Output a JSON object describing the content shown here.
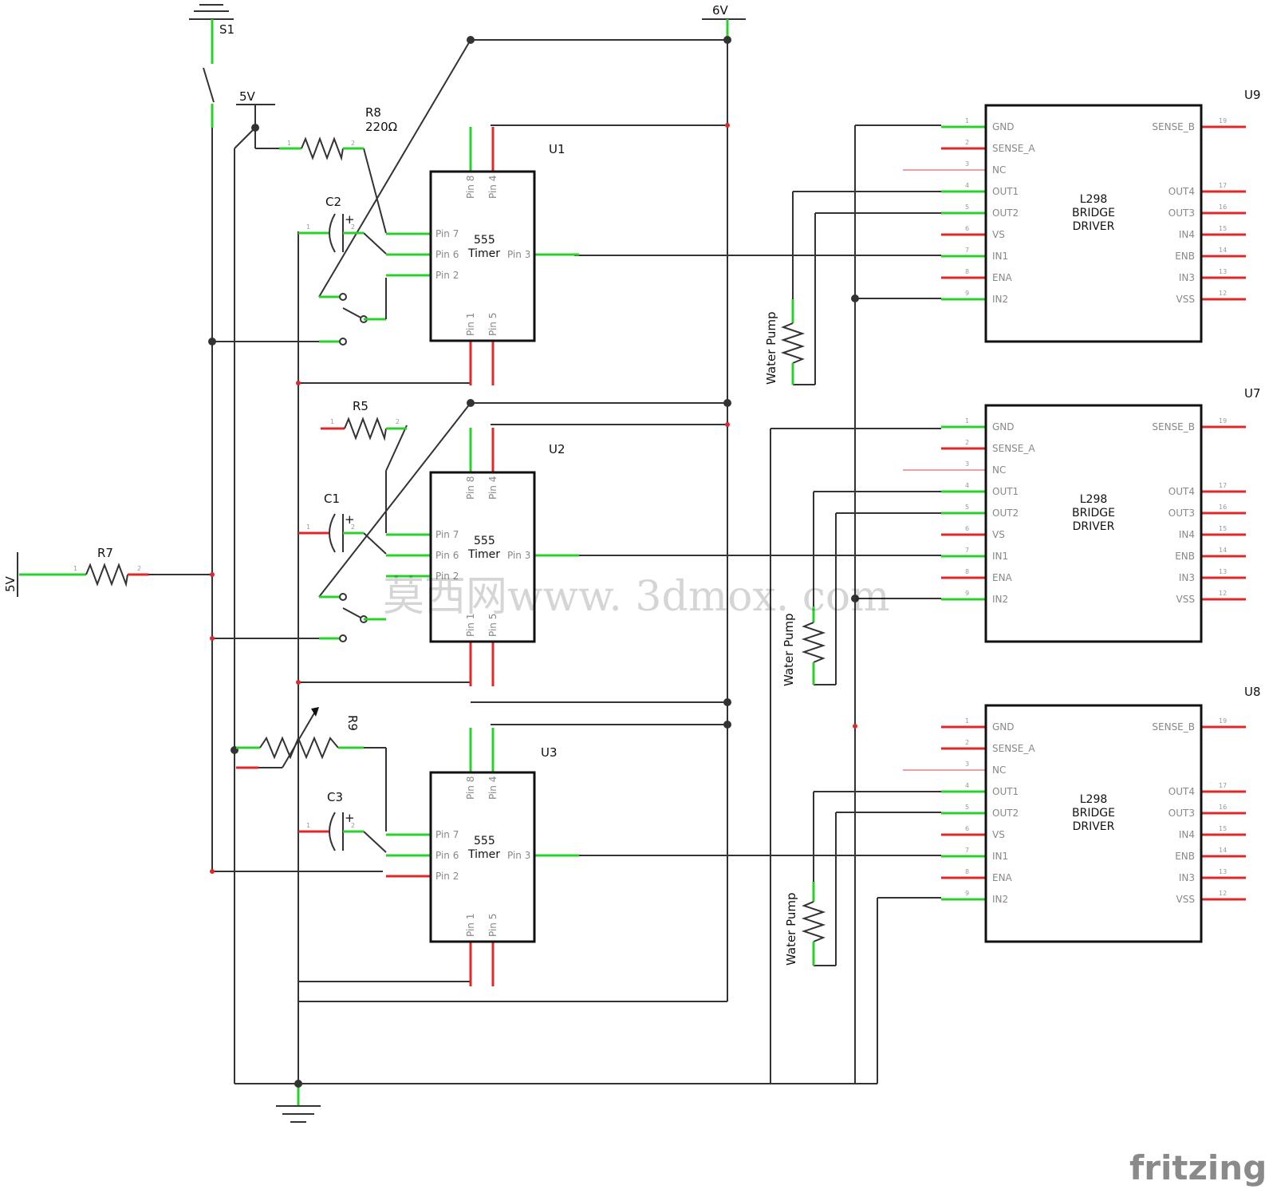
{
  "labels": {
    "s1": "S1",
    "v5_top": "5V",
    "v6_top": "6V",
    "v5_left": "5V",
    "r8_name": "R8",
    "r8_value": "220Ω",
    "r5": "R5",
    "r7": "R7",
    "r9": "R9",
    "c1": "C1",
    "c2": "C2",
    "c3": "C3",
    "plus": "+",
    "u1": "U1",
    "u2": "U2",
    "u3": "U3",
    "u7": "U7",
    "u8": "U8",
    "u9": "U9",
    "pump": "Water Pump",
    "watermark": "莫西网www. 3dmox. com",
    "brand": "fritzing"
  },
  "timer": {
    "line1": "555",
    "line2": "Timer",
    "pin1": "Pin 1",
    "pin2": "Pin 2",
    "pin3": "Pin 3",
    "pin4": "Pin 4",
    "pin5": "Pin 5",
    "pin6": "Pin 6",
    "pin7": "Pin 7",
    "pin8": "Pin 8"
  },
  "driver": {
    "line1": "L298",
    "line2": "BRIDGE",
    "line3": "DRIVER",
    "left_pins": [
      "GND",
      "SENSE_A",
      "NC",
      "OUT1",
      "OUT2",
      "VS",
      "IN1",
      "ENA",
      "IN2"
    ],
    "left_nums": [
      "1",
      "2",
      "3",
      "4",
      "5",
      "6",
      "7",
      "8",
      "9"
    ],
    "right_pins": [
      "SENSE_B",
      "OUT4",
      "OUT3",
      "IN4",
      "ENB",
      "IN3",
      "VSS"
    ],
    "right_nums": [
      "19",
      "17",
      "16",
      "15",
      "14",
      "13",
      "12"
    ]
  },
  "colors": {
    "connected_pin": "#2bd12b",
    "unconnected_pin": "#e0282a",
    "wire": "#333333"
  }
}
